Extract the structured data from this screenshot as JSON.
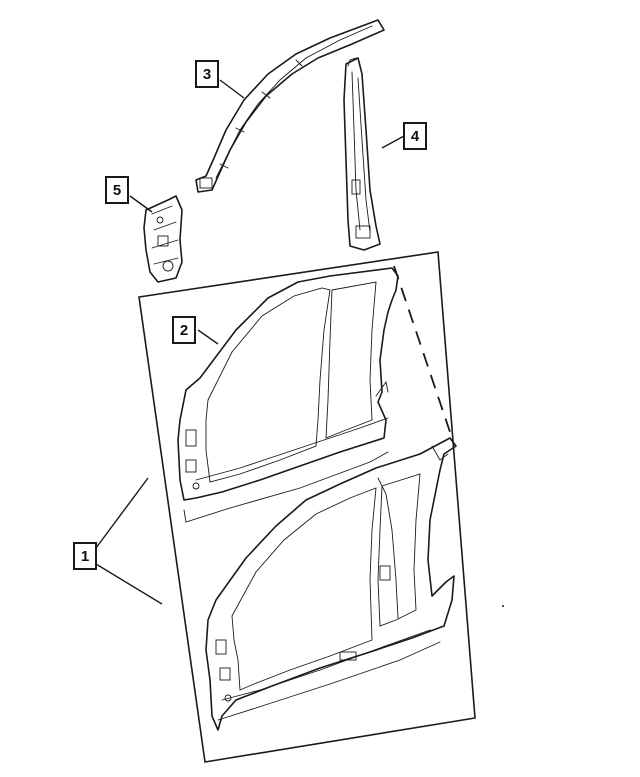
{
  "callouts": [
    {
      "id": "1",
      "label": "1"
    },
    {
      "id": "2",
      "label": "2"
    },
    {
      "id": "3",
      "label": "3"
    },
    {
      "id": "4",
      "label": "4"
    },
    {
      "id": "5",
      "label": "5"
    }
  ],
  "colors": {
    "line": "#1a1a1a",
    "background": "#ffffff"
  },
  "parts": [
    {
      "callout": "1",
      "name": "side-aperture-assembly-icon"
    },
    {
      "callout": "2",
      "name": "inner-aperture-panel-icon"
    },
    {
      "callout": "3",
      "name": "roof-rail-reinforcement-icon"
    },
    {
      "callout": "4",
      "name": "b-pillar-reinforcement-icon"
    },
    {
      "callout": "5",
      "name": "a-pillar-bracket-icon"
    }
  ]
}
